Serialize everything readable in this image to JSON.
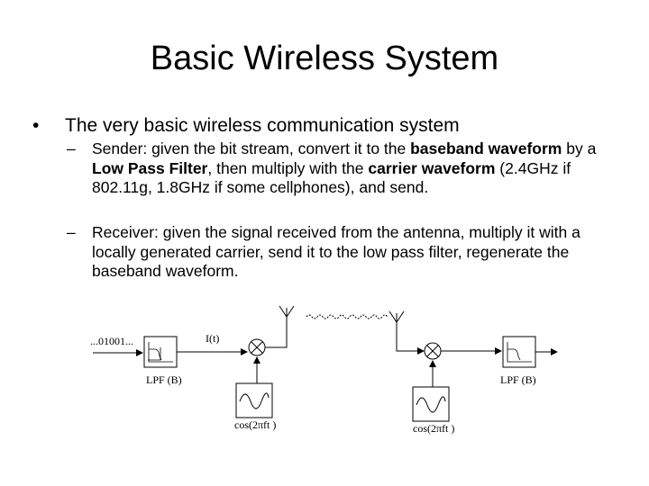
{
  "slide": {
    "title": "Basic Wireless System",
    "bullet": "The very basic wireless communication system",
    "sender": {
      "prefix": "Sender: given the bit stream, convert it to the ",
      "b1": "baseband waveform",
      "mid1": " by a ",
      "b2": "Low Pass Filter",
      "mid2": ", then multiply with the ",
      "b3": "carrier waveform",
      "suffix": " (2.4GHz if 802.11g, 1.8GHz if some cellphones), and send."
    },
    "receiver": "Receiver: given the signal received from the antenna, multiply it with a locally generated carrier, send it to the low pass filter, regenerate the baseband waveform."
  },
  "diagram": {
    "bits_label": "...01001...",
    "signal_label": "I(t)",
    "lpf_left_label": "LPF (B)",
    "lpf_right_label": "LPF (B)",
    "carrier_left_label": "cos(2πft )",
    "carrier_right_label": "cos(2πft )"
  }
}
